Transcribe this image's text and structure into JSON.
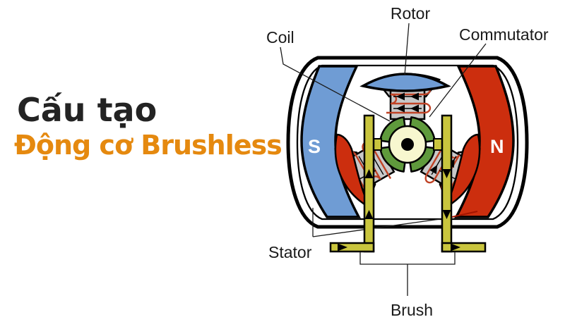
{
  "title": {
    "line1": "Cấu tạo",
    "line2": "Động cơ Brushless",
    "line1_color": "#232323",
    "line2_color": "#e5890f"
  },
  "diagram": {
    "labels": {
      "rotor": "Rotor",
      "coil": "Coil",
      "commutator": "Commutator",
      "stator": "Stator",
      "brush": "Brush"
    },
    "magnets": {
      "left_pole": "S",
      "right_pole": "N",
      "left_color": "#6f9cd4",
      "right_color": "#cc2e0e"
    },
    "colors": {
      "case_fill": "#ffffff",
      "outline": "#000000",
      "rotor_pole_blue": "#6f9cd4",
      "pole_shoe_red": "#cc2e0e",
      "armature_gray": "#c9c9c9",
      "coil_wire_red": "#c04326",
      "commutator_green": "#5f9a3c",
      "shaft_cream": "#f7f7cf",
      "brush_yellow": "#c9c53e",
      "annotation_red": "#a31500"
    }
  }
}
